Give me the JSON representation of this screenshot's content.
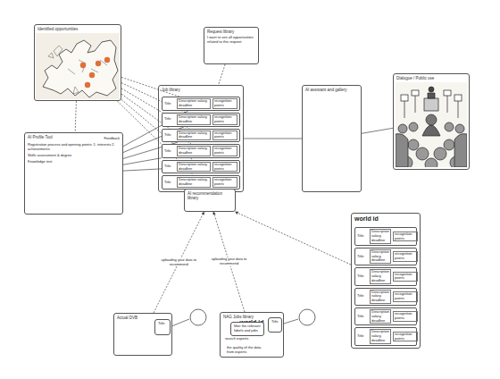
{
  "diagram": {
    "nodes": [
      {
        "text": [
          "Identified opportunities"
        ]
      },
      {
        "text": [
          "Request library",
          "I want to see all opportunities related to this request"
        ]
      },
      {
        "text": [
          "Job library"
        ]
      },
      {
        "text": [
          "Title",
          "Description salary, deadline",
          "recognition points"
        ],
        "in": 2
      },
      {
        "text": [
          "Title",
          "Description salary, deadline",
          "recognition points"
        ],
        "in": 2
      },
      {
        "text": [
          "Title",
          "Description salary, deadline",
          "recognition points"
        ],
        "in": 2
      },
      {
        "text": [
          "Title",
          "Description salary, deadline",
          "recognition points"
        ],
        "in": 2
      },
      {
        "text": [
          "Title",
          "Description salary, deadline",
          "recognition points"
        ],
        "in": 2
      },
      {
        "text": [
          "Title",
          "Description salary, deadline",
          "recognition points"
        ],
        "in": 2
      },
      {
        "text": [
          "AI assistant and gallery"
        ]
      },
      {
        "text": [
          "Dialogue / Public use"
        ]
      },
      {
        "text": [
          "AI Profile Tool",
          "Feedback",
          "Registration process and opening points: 1. interests 2. achievements",
          "Skills assessment & degree",
          "Knowledge test"
        ]
      },
      {
        "text": [
          "AI recommendation library"
        ]
      },
      {
        "text": [
          "world id"
        ]
      },
      {
        "text": [
          "Title",
          "Description salary, deadline",
          "recognition points"
        ],
        "in": 13
      },
      {
        "text": [
          "Title",
          "Description salary, deadline",
          "recognition points"
        ],
        "in": 13
      },
      {
        "text": [
          "Title",
          "Description salary, deadline",
          "recognition points"
        ],
        "in": 13
      },
      {
        "text": [
          "Title",
          "Description salary, deadline",
          "recognition points"
        ],
        "in": 13
      },
      {
        "text": [
          "Title",
          "Description salary, deadline",
          "recognition points"
        ],
        "in": 13
      },
      {
        "text": [
          "Title",
          "Description salary, deadline",
          "recognition points"
        ],
        "in": 13
      },
      {
        "text": [
          "Actual DVB"
        ]
      },
      {
        "text": [
          "Title"
        ],
        "in": 20
      },
      {
        "text": [
          "NAG Jobs library",
          "world id"
        ]
      },
      {
        "text": [
          "filter the relevant labels and jobs"
        ],
        "in": 22
      },
      {
        "text": [
          "search experts"
        ],
        "in": 22
      },
      {
        "text": [
          "the quality of the data from experts"
        ],
        "in": 22
      },
      {
        "text": [
          "Title"
        ],
        "in": 22
      }
    ],
    "edges": [
      {
        "from": 0,
        "to": 3,
        "arrow": "none"
      },
      {
        "from": 0,
        "to": 4,
        "arrow": "none"
      },
      {
        "from": 0,
        "to": 5,
        "arrow": "none"
      },
      {
        "from": 0,
        "to": 6,
        "arrow": "none"
      },
      {
        "from": 0,
        "to": 7,
        "arrow": "none"
      },
      {
        "from": 0,
        "to": 8,
        "arrow": "none"
      },
      {
        "from": 0,
        "to": 11,
        "arrow": "none"
      },
      {
        "from": 11,
        "to": 3,
        "arrow": "none"
      },
      {
        "from": 11,
        "to": 4,
        "arrow": "none"
      },
      {
        "from": 11,
        "to": 5,
        "arrow": "none"
      },
      {
        "from": 11,
        "to": 6,
        "arrow": "none"
      },
      {
        "from": 11,
        "to": 7,
        "arrow": "none"
      },
      {
        "from": 1,
        "to": 2,
        "arrow": "none"
      },
      {
        "from": 2,
        "to": 9,
        "arrow": "none"
      },
      {
        "from": 9,
        "to": 10,
        "arrow": "none"
      },
      {
        "from": 2,
        "to": 12,
        "arrow": "none"
      },
      {
        "from": 13,
        "to": 12,
        "arrow": "to"
      },
      {
        "from": 20,
        "to": 12,
        "label": "uploading your data to recommend",
        "arrow": "to"
      },
      {
        "from": 22,
        "to": 12,
        "label": "uploading your data to recommend",
        "arrow": "to"
      }
    ]
  }
}
